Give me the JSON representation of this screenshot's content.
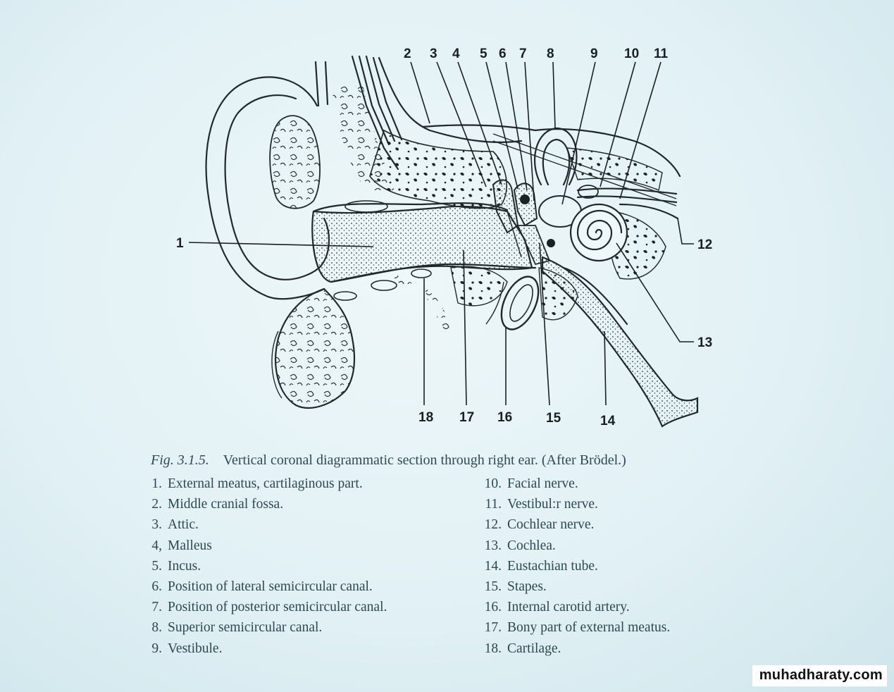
{
  "callouts": [
    "1",
    "2",
    "3",
    "4",
    "5",
    "6",
    "7",
    "8",
    "9",
    "10",
    "11",
    "12",
    "13",
    "14",
    "15",
    "16",
    "17",
    "18"
  ],
  "caption": {
    "fig_label": "Fig. 3.1.5.",
    "text": "Vertical coronal diagrammatic section through right ear. (After Brödel.)"
  },
  "legend": [
    {
      "n": "1.",
      "text": "External meatus, cartilaginous part."
    },
    {
      "n": "2.",
      "text": "Middle cranial fossa."
    },
    {
      "n": "3.",
      "text": "Attic."
    },
    {
      "n": "4,",
      "text": "Malleus"
    },
    {
      "n": "5.",
      "text": "Incus."
    },
    {
      "n": "6.",
      "text": "Position of lateral semicircular canal."
    },
    {
      "n": "7.",
      "text": "Position of posterior semicircular canal."
    },
    {
      "n": "8.",
      "text": "Superior semicircular canal."
    },
    {
      "n": "9.",
      "text": "Vestibule."
    },
    {
      "n": "10.",
      "text": "Facial nerve."
    },
    {
      "n": "11.",
      "text": "Vestibul:r nerve."
    },
    {
      "n": "12.",
      "text": "Cochlear nerve."
    },
    {
      "n": "13.",
      "text": "Cochlea."
    },
    {
      "n": "14.",
      "text": "Eustachian tube."
    },
    {
      "n": "15.",
      "text": "Stapes."
    },
    {
      "n": "16.",
      "text": "Internal carotid artery."
    },
    {
      "n": "17.",
      "text": "Bony part of external meatus."
    },
    {
      "n": "18.",
      "text": "Cartilage."
    }
  ],
  "watermark": "muhadharaty.com",
  "colors": {
    "background": "#e2f1f5",
    "ink": "#20282b",
    "caption_text": "#2e4a52"
  }
}
